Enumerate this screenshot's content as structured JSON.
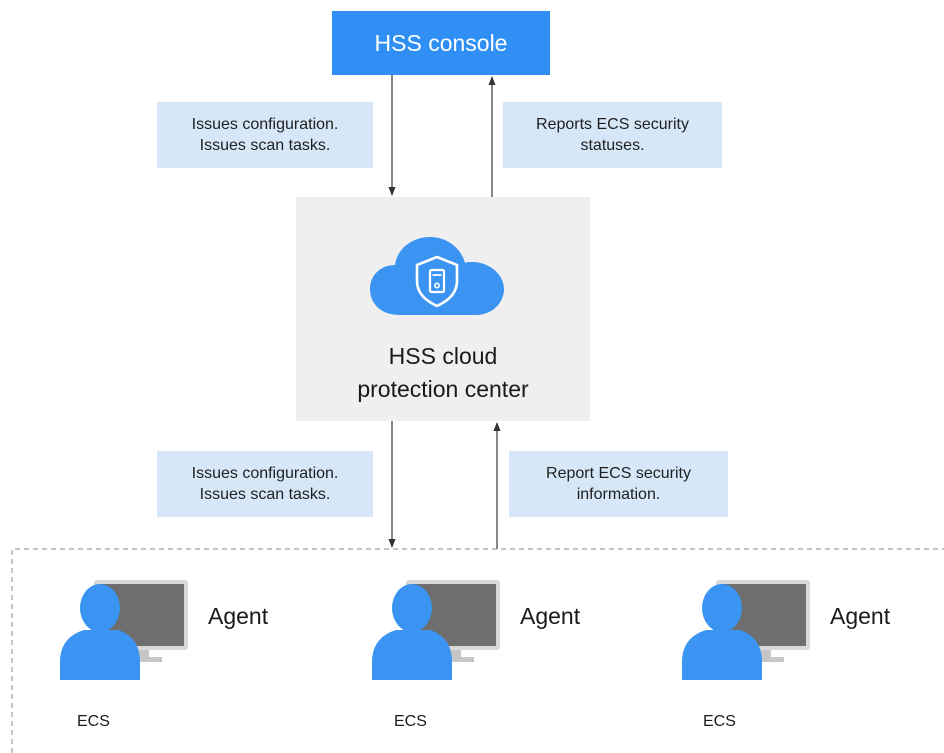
{
  "console": {
    "label": "HSS console"
  },
  "notes": {
    "top_left": {
      "line1": "Issues configuration.",
      "line2": "Issues scan tasks."
    },
    "top_right": {
      "line1": "Reports ECS security",
      "line2": "statuses."
    },
    "bottom_left": {
      "line1": "Issues configuration.",
      "line2": "Issues scan tasks."
    },
    "bottom_right": {
      "line1": "Report ECS security",
      "line2": "information."
    }
  },
  "center": {
    "line1": "HSS cloud",
    "line2": "protection center"
  },
  "ecs_nodes": [
    {
      "agent_label": "Agent",
      "ecs_label": "ECS"
    },
    {
      "agent_label": "Agent",
      "ecs_label": "ECS"
    },
    {
      "agent_label": "Agent",
      "ecs_label": "ECS"
    }
  ],
  "colors": {
    "console_blue": "#2f8ff5",
    "note_blue": "#d6e7f8",
    "center_gray": "#efefef",
    "icon_blue": "#3b93f2",
    "monitor_gray": "#6e6e6e"
  },
  "icons": {
    "center": "cloud-shield-icon",
    "node": "user-computer-icon"
  }
}
